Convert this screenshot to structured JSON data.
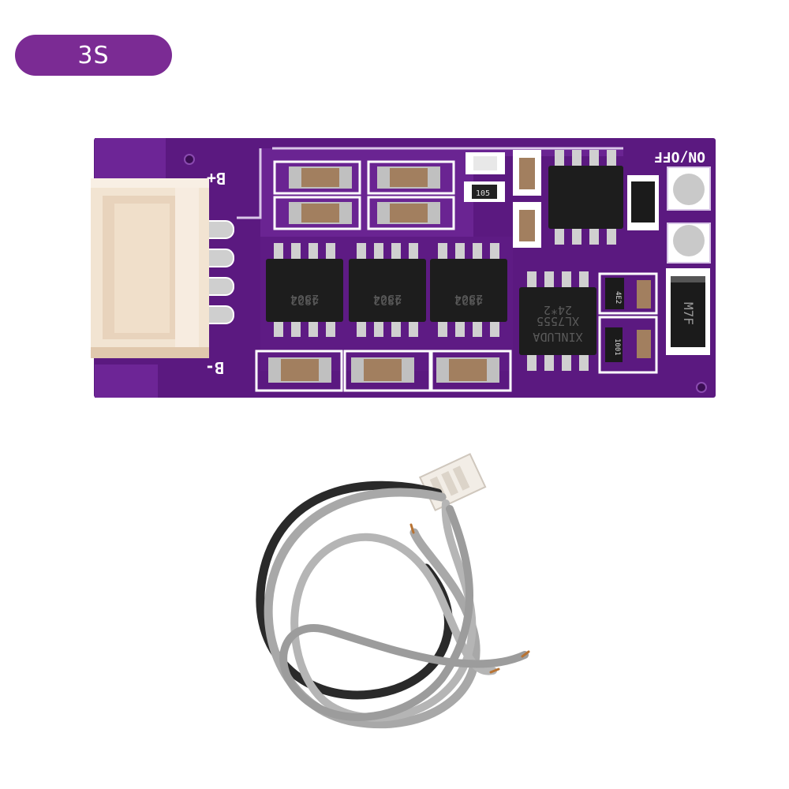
{
  "badge": {
    "label": "3S",
    "color": "#7b2b94"
  },
  "board": {
    "color": "#5b1980",
    "silkscreen": {
      "b_plus": "B+",
      "b_minus": "B-",
      "on_off": "ON/OFF"
    },
    "chips": [
      {
        "line1": "2304",
        "line2": "4822"
      },
      {
        "line1": "2304",
        "line2": "4822"
      },
      {
        "line1": "2304",
        "line2": "4822"
      }
    ],
    "regulator": {
      "line1": "XL7555",
      "line2": "XINLUDA",
      "line3": "24*2"
    },
    "diode": {
      "label": "M7F"
    },
    "resistors": [
      "105",
      "4E2",
      "1001"
    ]
  },
  "cable": {
    "colors": [
      "#2a2a2a",
      "#a8a8a8",
      "#b5b5b5",
      "#9c9c9c"
    ]
  }
}
